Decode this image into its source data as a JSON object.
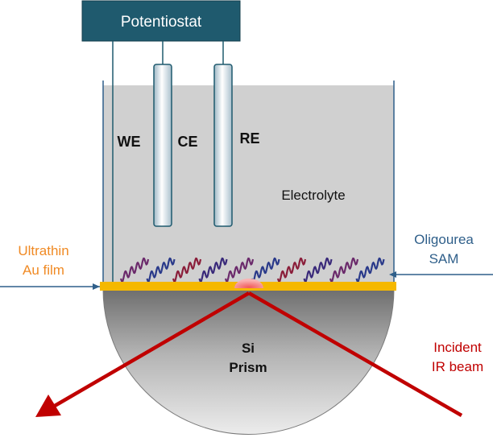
{
  "potentiostat": {
    "label": "Potentiostat"
  },
  "electrodes": {
    "we": "WE",
    "ce": "CE",
    "re": "RE"
  },
  "electrolyte": {
    "label": "Electrolyte"
  },
  "au_film": {
    "line1": "Ultrathin",
    "line2": "Au film"
  },
  "sam": {
    "line1": "Oligourea",
    "line2": "SAM"
  },
  "prism": {
    "line1": "Si",
    "line2": "Prism"
  },
  "ir_beam": {
    "line1": "Incident",
    "line2": "IR beam"
  },
  "colors": {
    "potentiostat_fill": "#1f5a6e",
    "wire": "#1f5a6e",
    "cell_outline": "#2f5f8a",
    "electrolyte": "#d0d0d0",
    "au_film": "#f5b800",
    "au_label": "#f08a24",
    "sam_label": "#2f5f8a",
    "ir_beam": "#c00000",
    "hot_spot": "#f47a7a"
  }
}
